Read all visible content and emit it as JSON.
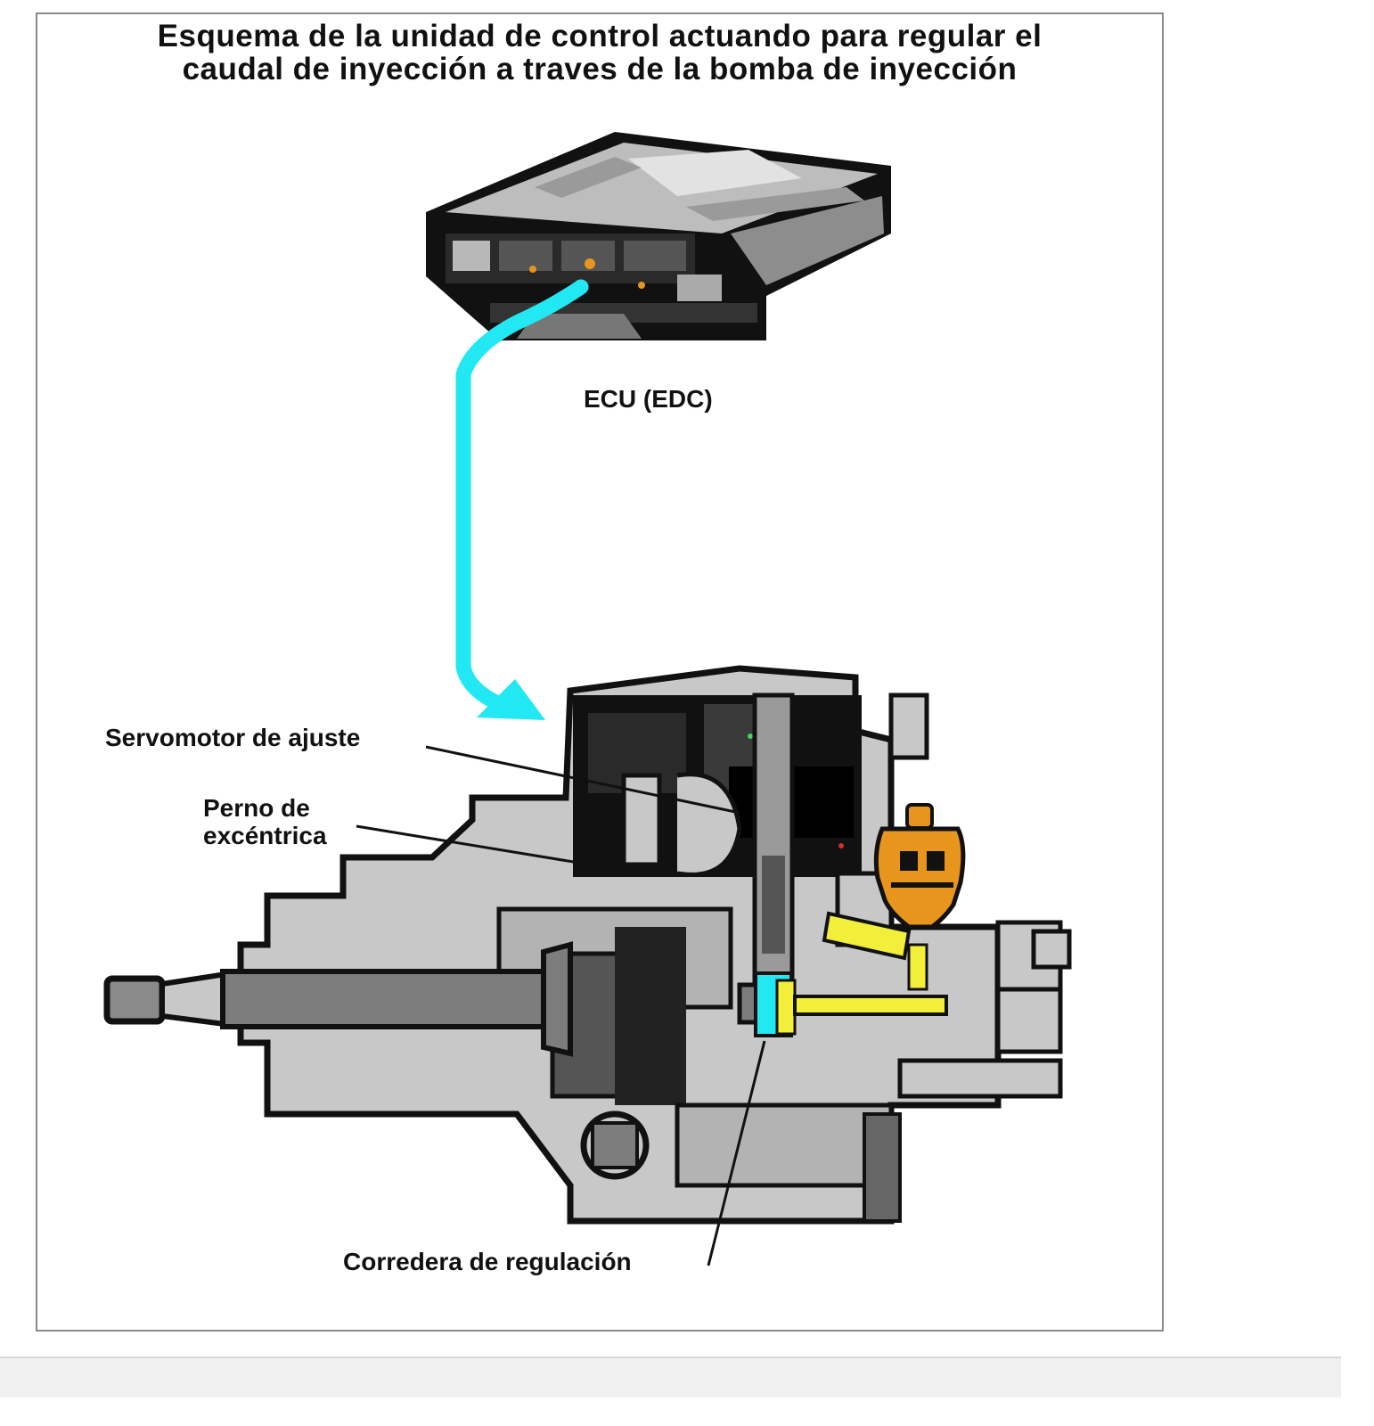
{
  "title": {
    "line1": "Esquema de la unidad de control actuando para regular el",
    "line2": "caudal de inyección a traves de la bomba de inyección"
  },
  "labels": {
    "ecu": "ECU (EDC)",
    "servomotor": "Servomotor de ajuste",
    "perno_line1": "Perno de",
    "perno_line2": "excéntrica",
    "corredera": "Corredera de regulación"
  },
  "colors": {
    "signal_arrow": "#22e8f4",
    "pump_body": "#c8c8c8",
    "shaft": "#7d7d7d",
    "solenoid": "#e8951e",
    "fuel_passage": "#f2ee3a"
  }
}
